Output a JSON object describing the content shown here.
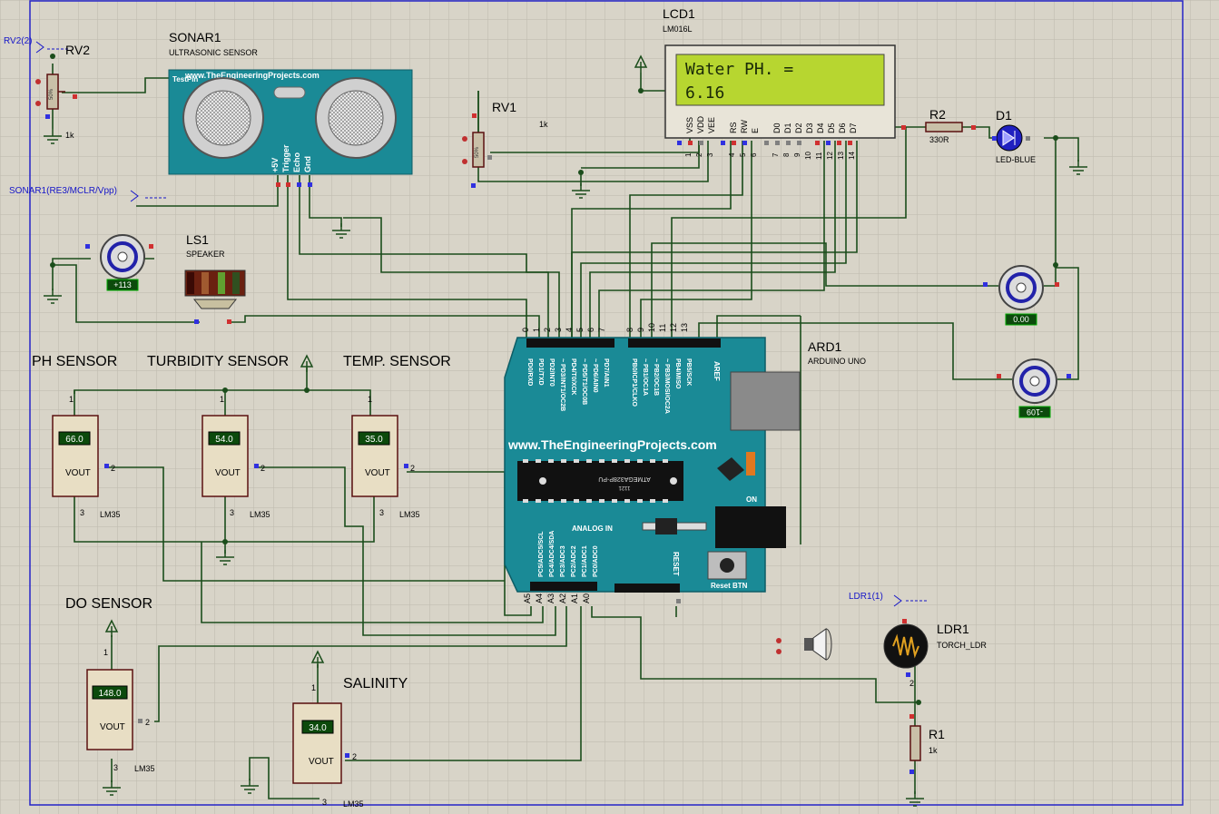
{
  "colors": {
    "sheet": "#d8d4c8",
    "grid": "#bdb9ad",
    "wire": "#1b4d1b",
    "border": "#2525c8",
    "board": "#1a8a96",
    "lcd_screen": "#b7d630",
    "probe": "#1010c8"
  },
  "terminals": {
    "rv2": "RV2(2)",
    "sonar_pin": "SONAR1(RE3/MCLR/Vpp)",
    "ldr_pin": "LDR1(1)"
  },
  "rv2": {
    "ref": "RV2",
    "value": "1k",
    "wiper": "50%"
  },
  "sonar": {
    "ref": "SONAR1",
    "type": "ULTRASONIC SENSOR",
    "site": "www.TheEngineeringProjects.com",
    "testpin": "TestPin",
    "pins": [
      "+5V",
      "Trigger",
      "Echo",
      "Gnd"
    ]
  },
  "lcd": {
    "ref": "LCD1",
    "type": "LM016L",
    "line1": "Water PH. =",
    "line2": "6.16",
    "pins": [
      "VSS",
      "VDD",
      "VEE",
      "RS",
      "RW",
      "E",
      "D0",
      "D1",
      "D2",
      "D3",
      "D4",
      "D5",
      "D6",
      "D7"
    ],
    "pin_numbers": [
      "1",
      "2",
      "3",
      "4",
      "5",
      "6",
      "7",
      "8",
      "9",
      "10",
      "11",
      "12",
      "13",
      "14"
    ]
  },
  "rv1": {
    "ref": "RV1",
    "value": "1k",
    "wiper": "50%"
  },
  "r2": {
    "ref": "R2",
    "value": "330R"
  },
  "d1": {
    "ref": "D1",
    "type": "LED-BLUE"
  },
  "ls1": {
    "ref": "LS1",
    "type": "SPEAKER"
  },
  "motors": [
    {
      "reading": "+113"
    },
    {
      "reading": "0.00"
    },
    {
      "reading": "-109"
    }
  ],
  "arduino": {
    "ref": "ARD1",
    "type": "ARDUINO UNO",
    "site": "www.TheEngineeringProjects.com",
    "chip": "ATMEGA328P-PU",
    "chip_code": "1121",
    "digital_numbers": [
      "0",
      "1",
      "2",
      "3",
      "4",
      "5",
      "6",
      "7",
      "8",
      "9",
      "10",
      "11",
      "12",
      "13"
    ],
    "digital_labels": [
      "PD0/RXD",
      "PD1/TXD",
      "PD2/INT0",
      "~ PD3/INT1/OC2B",
      "PD4/T0/XCK",
      "~ PD5/T1/OC0B",
      "~ PD6/AIN0",
      "PD7/AIN1",
      "PB0/ICP1/CLKO",
      "~ PB1/OC1A",
      "~ PB2/OC1B",
      "~ PB3/MOSI/OC2A",
      "PB4/MISO",
      "PB5/SCK"
    ],
    "aref": "AREF",
    "analog_numbers": [
      "A5",
      "A4",
      "A3",
      "A2",
      "A1",
      "A0"
    ],
    "analog_labels": [
      "PC5/ADC5/SCL",
      "PC4/ADC4/SDA",
      "PC3/ADC3",
      "PC2/ADC2",
      "PC1/ADC1",
      "PC0/ADC0"
    ],
    "analog_in": "ANALOG IN",
    "reset": "RESET",
    "reset_btn": "Reset BTN",
    "on": "ON"
  },
  "sensors": [
    {
      "title": "PH SENSOR",
      "reading": "66.0",
      "out": "VOUT",
      "part": "LM35",
      "p1": "1",
      "p2": "2",
      "p3": "3"
    },
    {
      "title": "TURBIDITY  SENSOR",
      "reading": "54.0",
      "out": "VOUT",
      "part": "LM35",
      "p1": "1",
      "p2": "2",
      "p3": "3"
    },
    {
      "title": "TEMP.  SENSOR",
      "reading": "35.0",
      "out": "VOUT",
      "part": "LM35",
      "p1": "1",
      "p2": "2",
      "p3": "3"
    },
    {
      "title": "DO SENSOR",
      "reading": "148.0",
      "out": "VOUT",
      "part": "LM35",
      "p1": "1",
      "p2": "2",
      "p3": "3"
    },
    {
      "title": "SALINITY",
      "reading": "34.0",
      "out": "VOUT",
      "part": "LM35",
      "p1": "1",
      "p2": "2",
      "p3": "3"
    }
  ],
  "ldr": {
    "ref": "LDR1",
    "type": "TORCH_LDR",
    "p2": "2"
  },
  "r1": {
    "ref": "R1",
    "value": "1k"
  }
}
